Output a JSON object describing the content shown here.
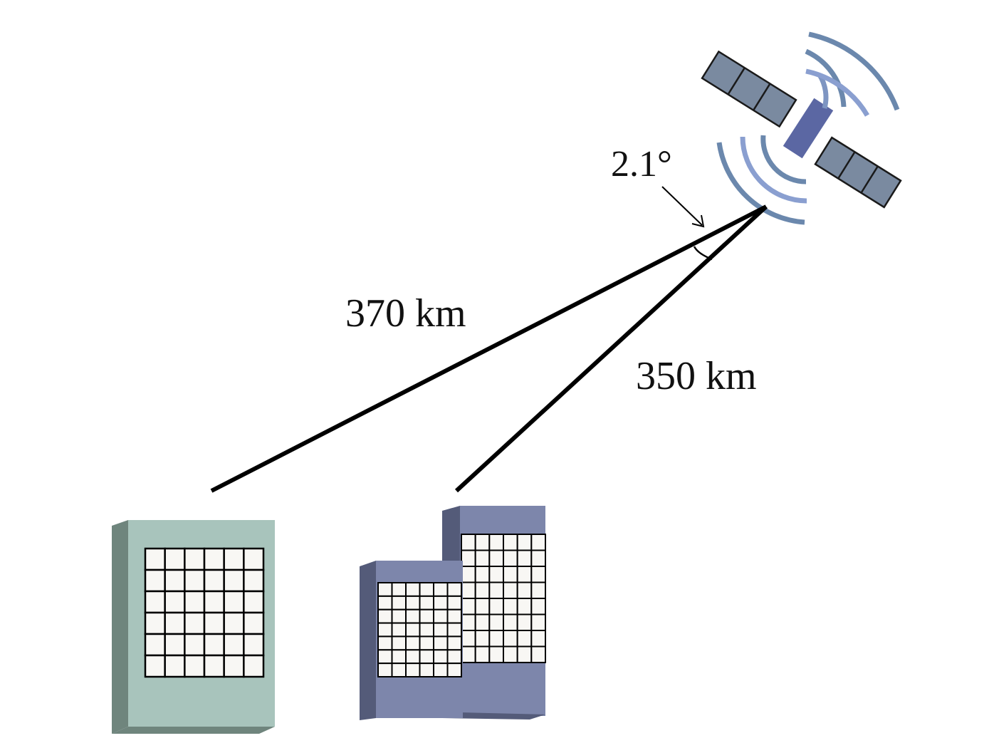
{
  "labels": {
    "angle": "2.1°",
    "distance_left": "370 km",
    "distance_right": "350 km"
  },
  "colors": {
    "line": "#000000",
    "satellite_body": "#5b67a3",
    "solar_panel": "#7a8aa0",
    "signal_wave": "#7e95c2",
    "building_left_front": "#a8c4bc",
    "building_left_side": "#6f857d",
    "building_right_front": "#7d86ab",
    "building_right_side": "#545b79",
    "window": "#f8f7f4"
  },
  "icons": {
    "satellite": "satellite-icon",
    "building_left": "office-building-icon",
    "building_right": "office-building-pair-icon"
  }
}
